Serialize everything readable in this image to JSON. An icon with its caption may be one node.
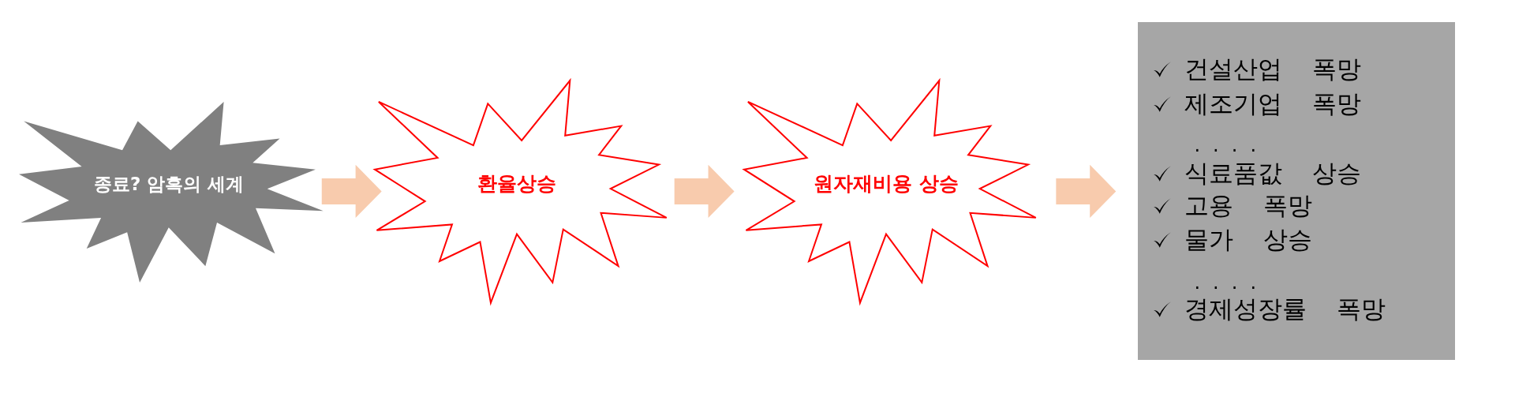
{
  "diagram": {
    "nodes": [
      {
        "text": [
          "종료? 암흑의 세계"
        ]
      },
      {
        "text": [
          "환율상승"
        ]
      },
      {
        "text": [
          "원자재비용 상승"
        ]
      },
      {
        "text": [
          "건설산업 폭망",
          "제조기업 폭망",
          ". . . .",
          "식료품값 상승",
          "고용 폭망",
          "물가 상승",
          ". . . .",
          "경제성장률 폭망"
        ]
      }
    ],
    "edges": [
      {
        "from": 0,
        "to": 1,
        "arrow": "to"
      },
      {
        "from": 1,
        "to": 2,
        "arrow": "to"
      },
      {
        "from": 2,
        "to": 3,
        "arrow": "to"
      }
    ]
  }
}
